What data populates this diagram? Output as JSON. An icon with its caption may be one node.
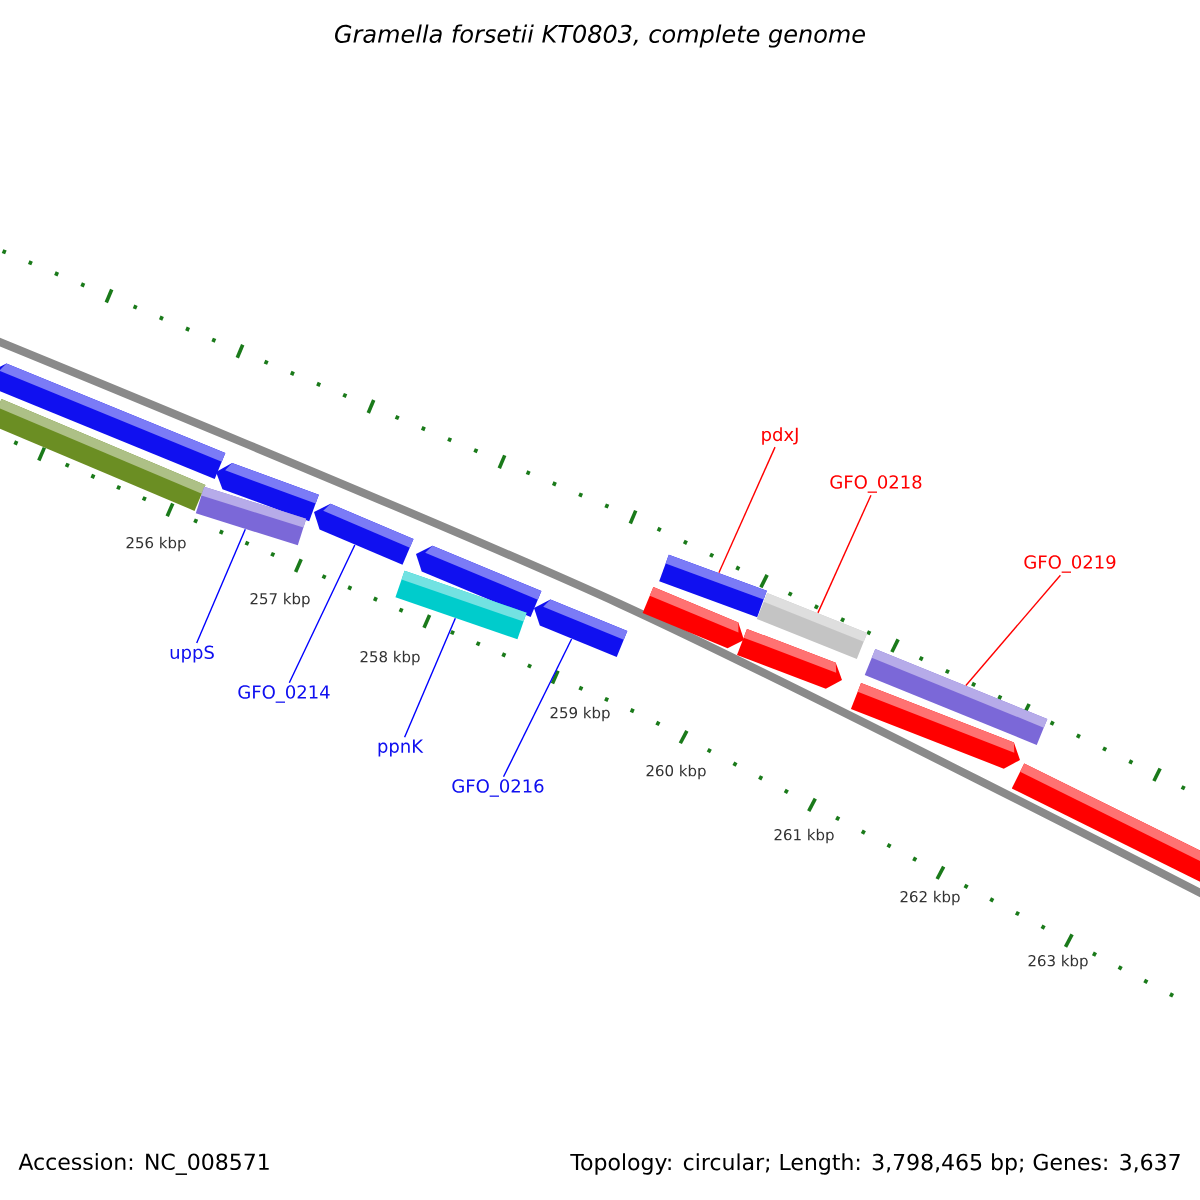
{
  "diagram": {
    "title": "Gramella forsetii KT0803, complete genome",
    "nodes": [
      {
        "text": [
          "uppS"
        ]
      },
      {
        "text": [
          "GFO_0214"
        ]
      },
      {
        "text": [
          "ppnK"
        ]
      },
      {
        "text": [
          "GFO_0216"
        ]
      },
      {
        "text": [
          "pdxJ"
        ]
      },
      {
        "text": [
          "GFO_0218"
        ]
      },
      {
        "text": [
          "GFO_0219"
        ]
      },
      {
        "text": [],
        "shape": "bar"
      },
      {
        "text": [],
        "shape": "bar"
      },
      {
        "text": [],
        "shape": "bar"
      },
      {
        "text": [],
        "shape": "bar"
      },
      {
        "text": [],
        "shape": "bar"
      },
      {
        "text": [],
        "shape": "bar"
      },
      {
        "text": [],
        "shape": "bar"
      }
    ],
    "edges": [
      {
        "from": 0,
        "to": 7,
        "arrow": "none"
      },
      {
        "from": 1,
        "to": 8,
        "arrow": "none"
      },
      {
        "from": 2,
        "to": 9,
        "arrow": "none"
      },
      {
        "from": 3,
        "to": 10,
        "arrow": "none"
      },
      {
        "from": 4,
        "to": 11,
        "arrow": "none",
        "color": "#ff0000"
      },
      {
        "from": 5,
        "to": 12,
        "arrow": "none",
        "color": "#ff0000"
      },
      {
        "from": 6,
        "to": 13,
        "arrow": "none",
        "color": "#ff0000"
      }
    ],
    "labels": [
      "256 kbp",
      "257 kbp",
      "258 kbp",
      "259 kbp",
      "260 kbp",
      "261 kbp",
      "262 kbp",
      "263 kbp",
      "Accession: NC_008571",
      "Topology: circular; Length: 3,798,465 bp; Genes: 3,637"
    ]
  }
}
